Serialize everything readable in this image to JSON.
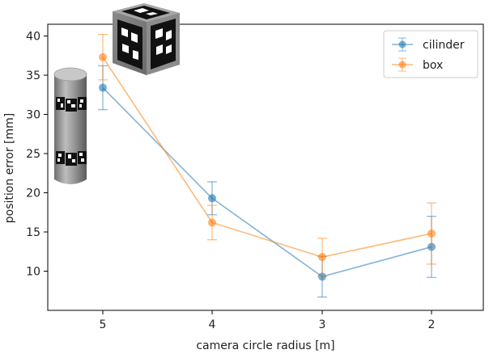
{
  "chart_data": {
    "type": "line",
    "title": "",
    "xlabel": "camera circle radius [m]",
    "ylabel": "position error [mm]",
    "categories": [
      "5",
      "4",
      "3",
      "2"
    ],
    "ylim": [
      5,
      41.5
    ],
    "yticks": [
      10,
      15,
      20,
      25,
      30,
      35,
      40
    ],
    "grid": false,
    "legend_position": "top-right",
    "series": [
      {
        "name": "cilinder",
        "color": "#1f77b4",
        "values": [
          33.4,
          19.3,
          9.3,
          13.1
        ],
        "errors": [
          2.8,
          2.1,
          2.6,
          3.9
        ]
      },
      {
        "name": "box",
        "color": "#ff7f0e",
        "values": [
          37.3,
          16.2,
          11.8,
          14.8
        ],
        "errors": [
          2.9,
          2.2,
          2.4,
          3.9
        ]
      }
    ],
    "illustrations": [
      "cylinder-marker-icon",
      "cube-marker-icon"
    ]
  }
}
